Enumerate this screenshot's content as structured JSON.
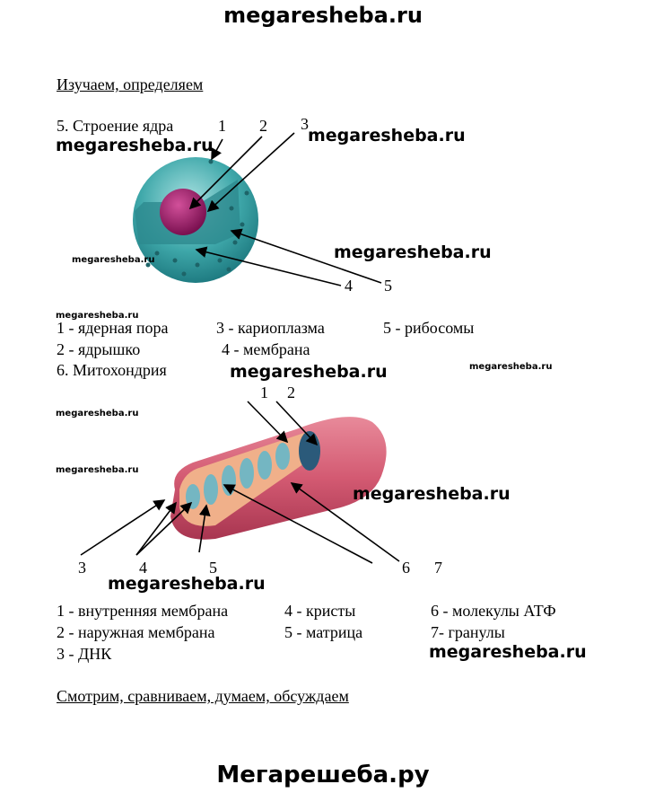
{
  "header": {
    "site": "megaresheba.ru"
  },
  "section_title": "Изучаем, определяем",
  "nucleus": {
    "title": "5. Строение ядра",
    "markers": [
      "1",
      "2",
      "3",
      "4",
      "5"
    ],
    "legend": [
      "1 -  ядерная пора",
      "3 - кариоплазма",
      "5 - рибосомы",
      "2 - ядрышко",
      "4 - мембрана"
    ]
  },
  "mitochondrion": {
    "title": "6.  Митохондрия",
    "markers": [
      "1",
      "2",
      "3",
      "4",
      "5",
      "6",
      "7"
    ],
    "legend": [
      "1 - внутренняя мембрана",
      "4 - кристы",
      "6 - молекулы АТФ",
      "2 - наружная мембрана",
      "5 - матрица",
      "7- гранулы",
      "3 - ДНК"
    ]
  },
  "watermark": "megaresheba.ru",
  "next_section": "Смотрим, сравниваем, думаем, обсуждаем",
  "footer": {
    "site": "Мегарешеба.ру"
  }
}
